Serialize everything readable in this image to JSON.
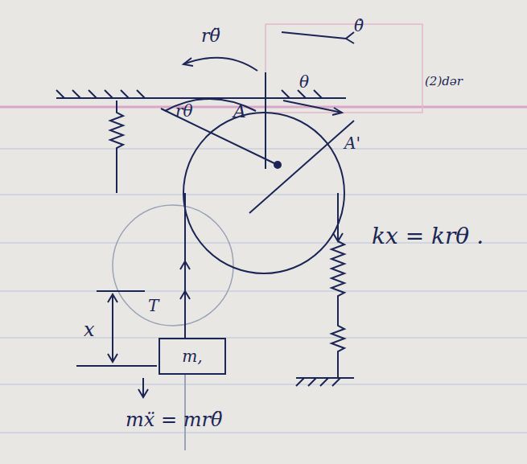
{
  "diagram": {
    "nodes": [
      {
        "text": [
          "m,"
        ]
      }
    ],
    "labels": [
      "rθ̈",
      "θ̇",
      "(2)dər",
      "rθ",
      "A",
      "θ",
      "A'",
      "kx = krθ .",
      "T",
      "x",
      "mẍ = mrθ̈"
    ]
  }
}
